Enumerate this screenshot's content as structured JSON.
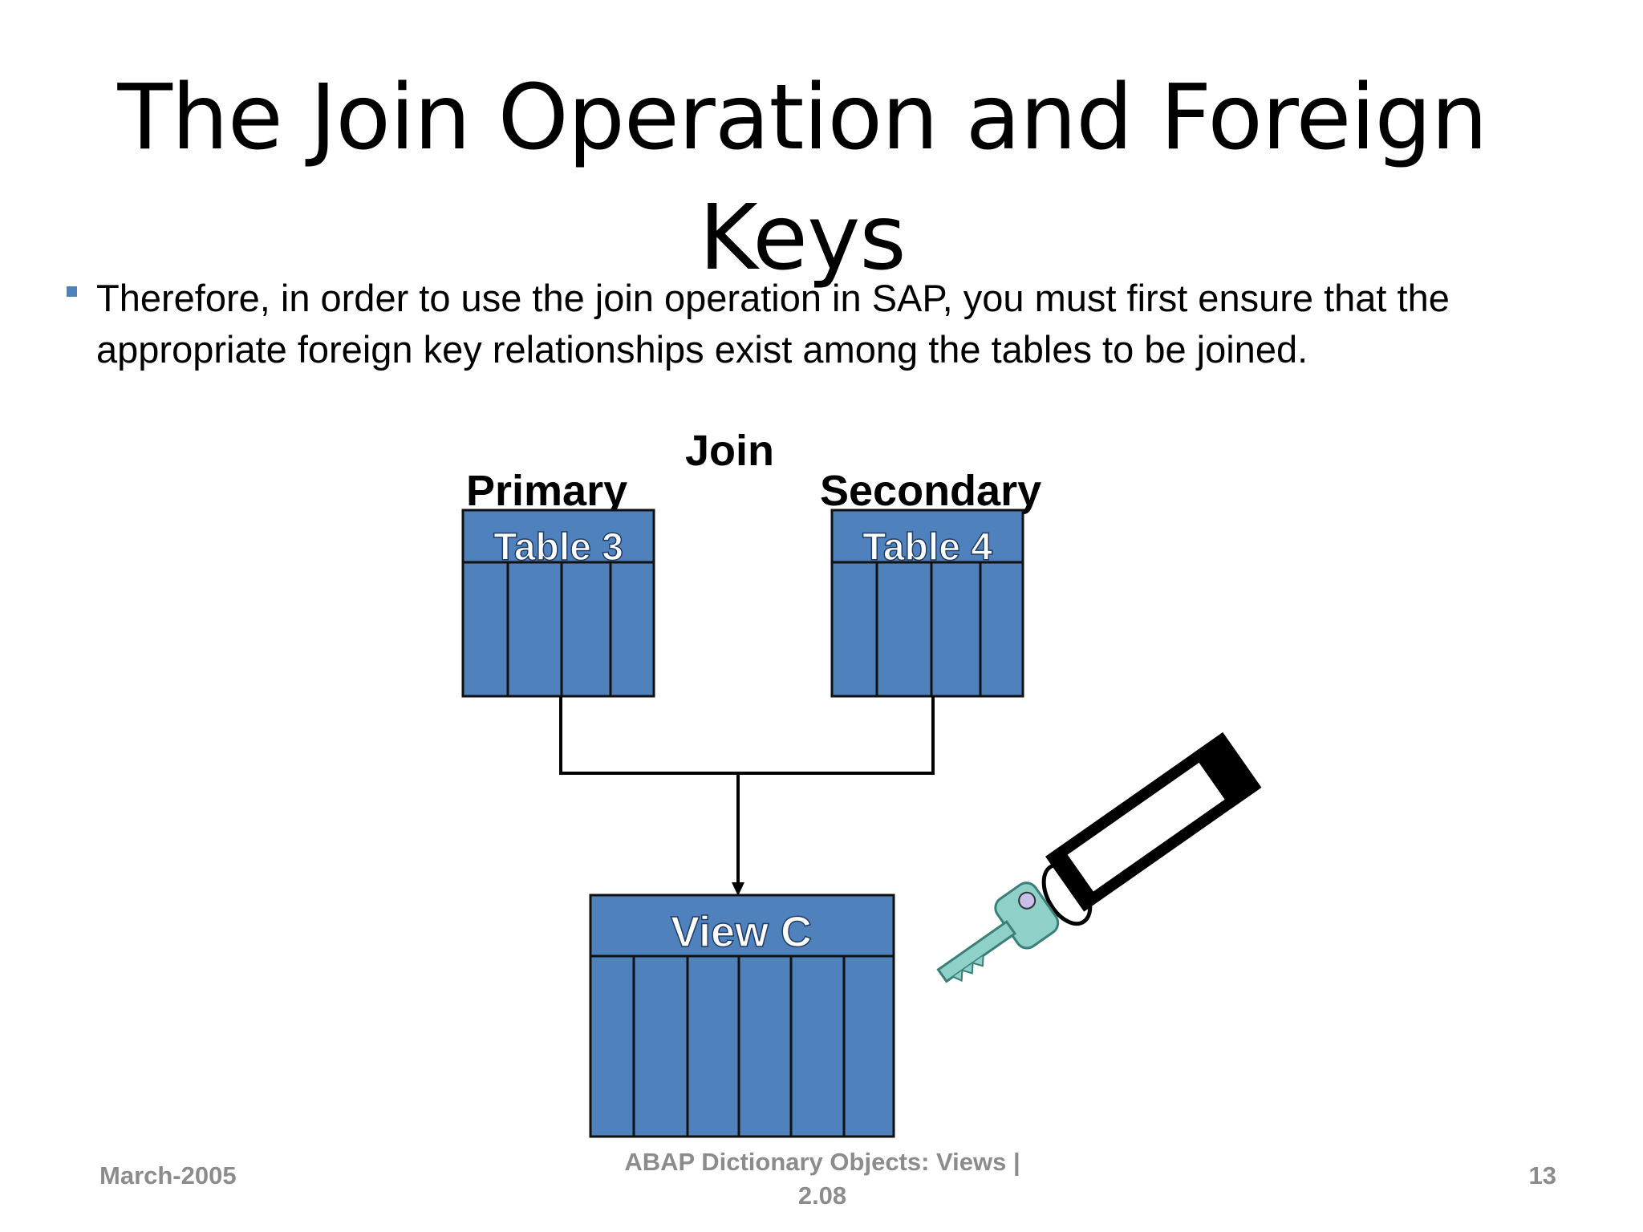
{
  "slide": {
    "title": "The Join Operation and Foreign\nKeys",
    "bullet": "Therefore, in order to use the join operation in SAP, you must first ensure that the appropriate foreign key relationships exist among the tables to be joined."
  },
  "diagram": {
    "join_label": "Join",
    "primary_label": "Primary",
    "secondary_label": "Secondary",
    "table_left": "Table 3",
    "table_right": "Table 4",
    "view_label": "View C"
  },
  "footer": {
    "date": "March-2005",
    "center": "ABAP Dictionary Objects:  Views |\n2.08",
    "page": "13"
  },
  "colors": {
    "table_fill": "#4f81bd",
    "bullet": "#4f81bd",
    "footer_text": "#8c8c8c",
    "key": "#8fd0c8"
  }
}
